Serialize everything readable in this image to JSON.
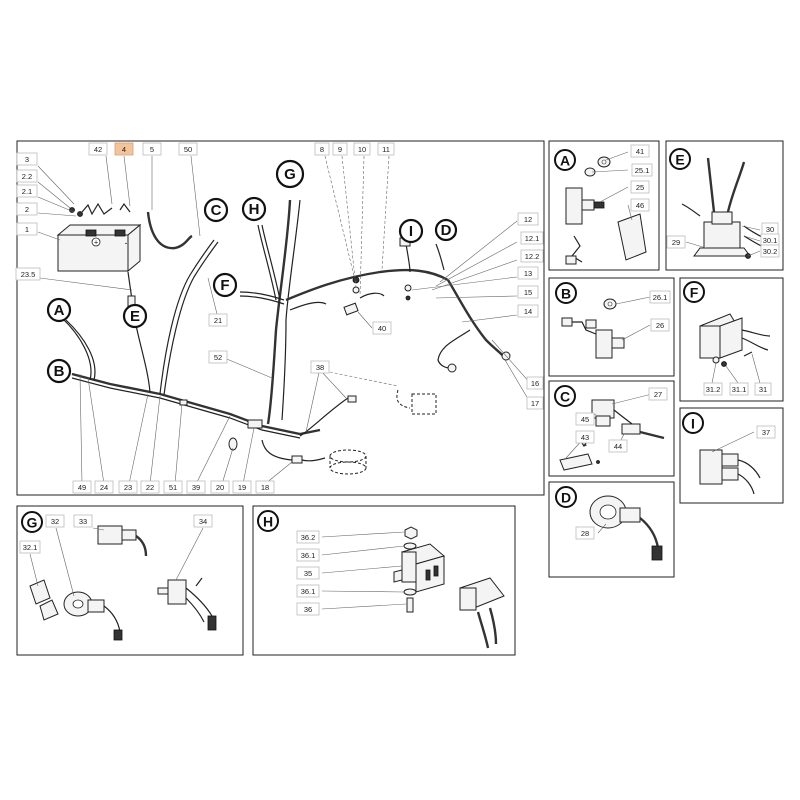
{
  "panels": [
    {
      "id": "main",
      "title": ""
    },
    {
      "id": "A",
      "title": "A"
    },
    {
      "id": "E",
      "title": "E"
    },
    {
      "id": "B",
      "title": "B"
    },
    {
      "id": "F",
      "title": "F"
    },
    {
      "id": "C",
      "title": "C"
    },
    {
      "id": "I",
      "title": "I"
    },
    {
      "id": "D",
      "title": "D"
    },
    {
      "id": "G",
      "title": "G"
    },
    {
      "id": "H",
      "title": "H"
    }
  ],
  "callouts": [
    "G",
    "C",
    "H",
    "I",
    "D",
    "F",
    "A",
    "E",
    "B"
  ],
  "labels": [
    "42",
    "4",
    "5",
    "50",
    "8",
    "9",
    "10",
    "11",
    "3",
    "2.2",
    "2.1",
    "2",
    "1",
    "23.5",
    "12",
    "12.1",
    "12.2",
    "13",
    "15",
    "14",
    "16",
    "17",
    "21",
    "40",
    "52",
    "38",
    "49",
    "24",
    "23",
    "22",
    "51",
    "39",
    "20",
    "19",
    "18",
    "41",
    "25.1",
    "25",
    "46",
    "30",
    "30.1",
    "30.2",
    "29",
    "26.1",
    "26",
    "31.2",
    "31.1",
    "31",
    "27",
    "45",
    "43",
    "44",
    "37",
    "28",
    "32",
    "33",
    "34",
    "32.1",
    "36.2",
    "36.1",
    "35",
    "36.1",
    "36"
  ],
  "highlight_label": "4",
  "colors": {
    "highlight": "#f2c49b",
    "line": "#222222",
    "label_border": "#bdbdbd"
  }
}
